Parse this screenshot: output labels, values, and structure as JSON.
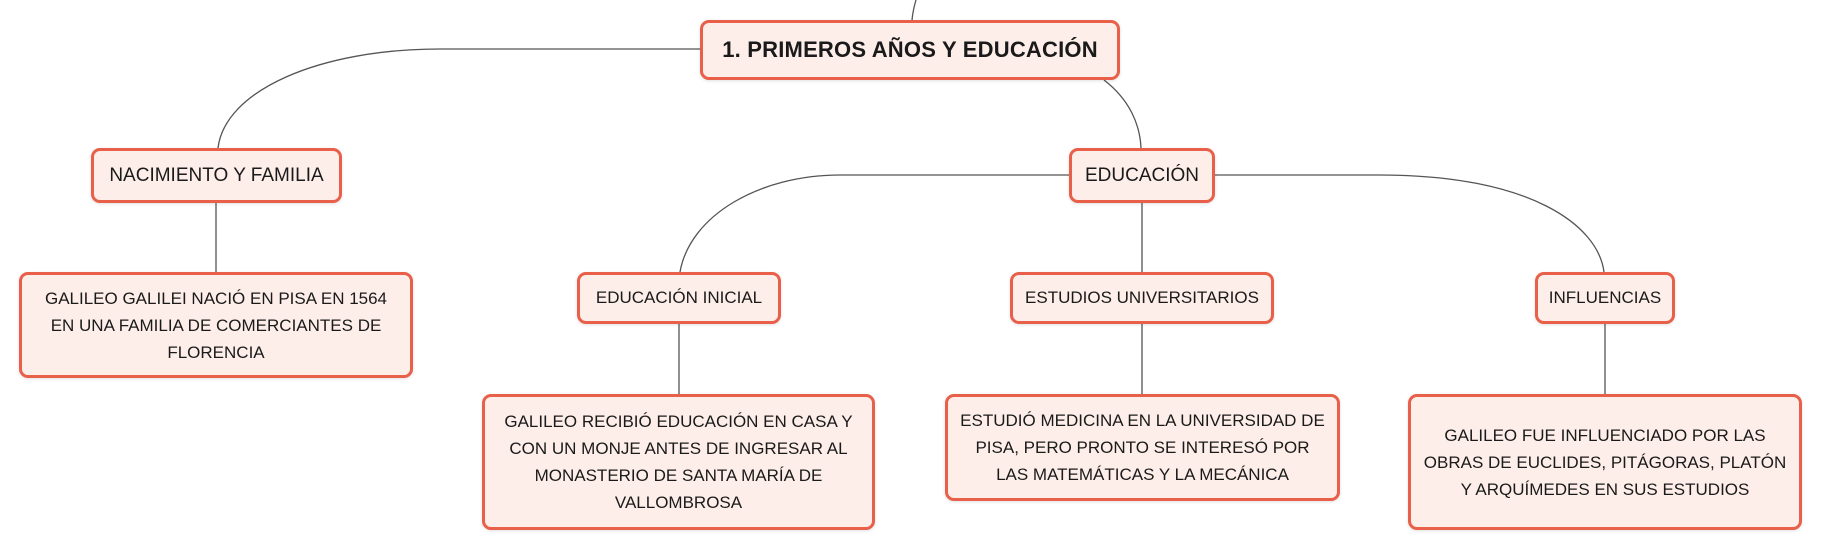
{
  "colors": {
    "node_fill": "#fdeee9",
    "node_border": "#e8604a",
    "connector": "#555555"
  },
  "root": {
    "label": "1. PRIMEROS AÑOS Y EDUCACIÓN"
  },
  "branches": {
    "nacimiento": {
      "label": "NACIMIENTO Y FAMILIA",
      "detail": "GALILEO GALILEI NACIÓ EN PISA EN 1564 EN UNA FAMILIA DE COMERCIANTES DE FLORENCIA"
    },
    "educacion": {
      "label": "EDUCACIÓN",
      "children": {
        "inicial": {
          "label": "EDUCACIÓN INICIAL",
          "detail": "GALILEO RECIBIÓ EDUCACIÓN EN CASA Y CON UN MONJE ANTES DE INGRESAR AL MONASTERIO DE SANTA MARÍA DE VALLOMBROSA"
        },
        "universitarios": {
          "label": "ESTUDIOS UNIVERSITARIOS",
          "detail": "ESTUDIÓ MEDICINA EN LA UNIVERSIDAD DE PISA, PERO PRONTO SE INTERESÓ POR LAS MATEMÁTICAS Y LA MECÁNICA"
        },
        "influencias": {
          "label": "INFLUENCIAS",
          "detail": "GALILEO FUE INFLUENCIADO POR LAS OBRAS DE EUCLIDES, PITÁGORAS, PLATÓN Y ARQUÍMEDES EN SUS ESTUDIOS"
        }
      }
    }
  }
}
